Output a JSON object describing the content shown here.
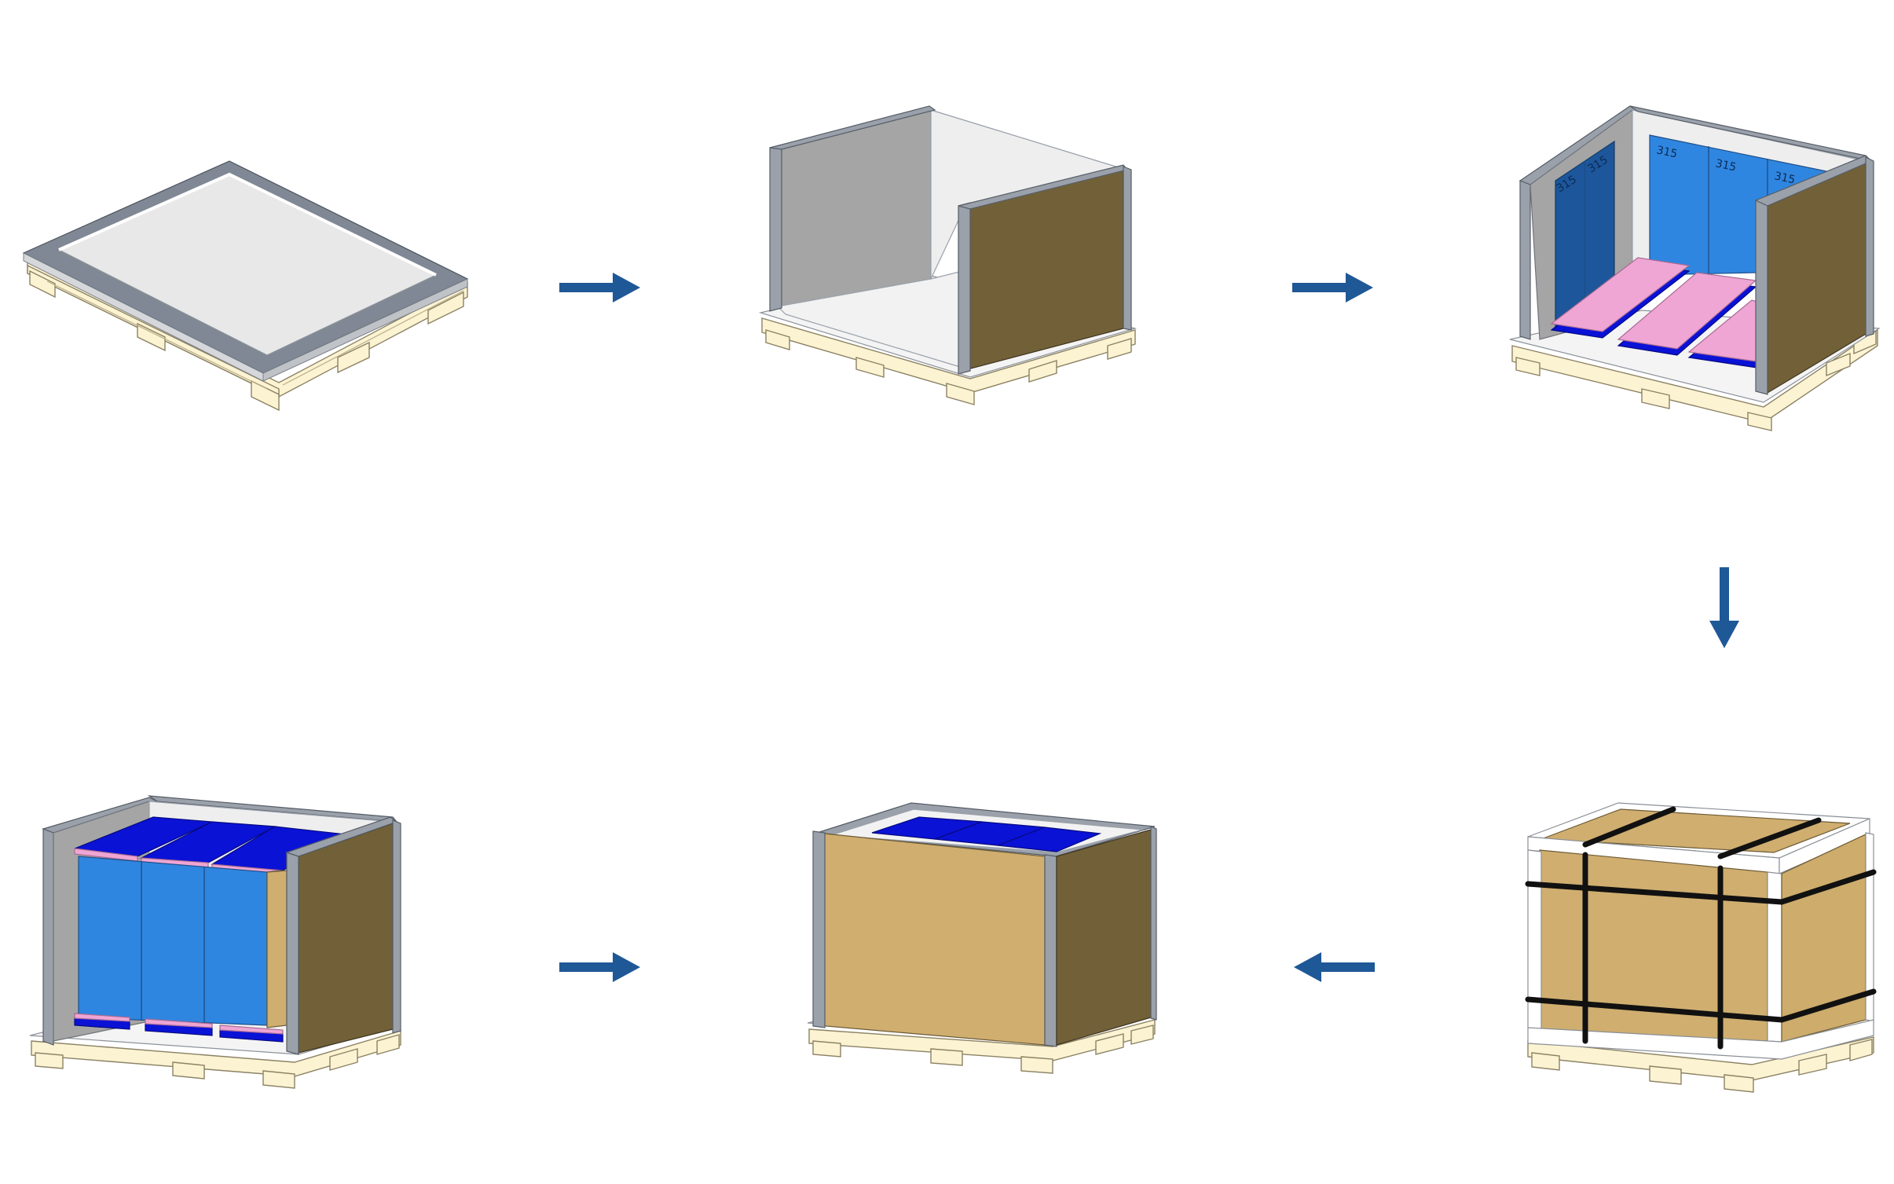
{
  "diagram": {
    "kind": "packing-steps-flow",
    "panel_labels": [
      "315",
      "315",
      "315",
      "315",
      "315"
    ],
    "colors": {
      "arrow": "#1f5896",
      "pallet_wood": "#fbf3d2",
      "pallet_outline": "#8c8265",
      "tray_face": "#e8e8e8",
      "tray_rim": "#7f8894",
      "wall_gray": "#a5a5a5",
      "wall_floor": "#f2f2f2",
      "wall_edge": "#9aa1ab",
      "cardboard_side": "#726138",
      "cardboard_front": "#cfae6f",
      "panel_blue": "#2f86e0",
      "panel_dark_blue": "#1d569a",
      "panel_navy": "#0a12d6",
      "panel_pink": "#efa6d4",
      "strap": "#111111"
    },
    "steps": [
      {
        "name": "tray-on-pallet"
      },
      {
        "name": "walls-on-pallet"
      },
      {
        "name": "panels-loaded-floor"
      },
      {
        "name": "panels-full-load"
      },
      {
        "name": "box-closed"
      },
      {
        "name": "box-strapped"
      }
    ],
    "flow": [
      {
        "from": "tray-on-pallet",
        "to": "walls-on-pallet",
        "direction": "right"
      },
      {
        "from": "walls-on-pallet",
        "to": "panels-loaded-floor",
        "direction": "right"
      },
      {
        "from": "panels-loaded-floor",
        "to": "box-strapped",
        "direction": "down"
      },
      {
        "from": "box-strapped",
        "to": "box-closed",
        "direction": "left"
      },
      {
        "from": "panels-full-load",
        "to": "box-closed",
        "direction": "right"
      }
    ]
  }
}
